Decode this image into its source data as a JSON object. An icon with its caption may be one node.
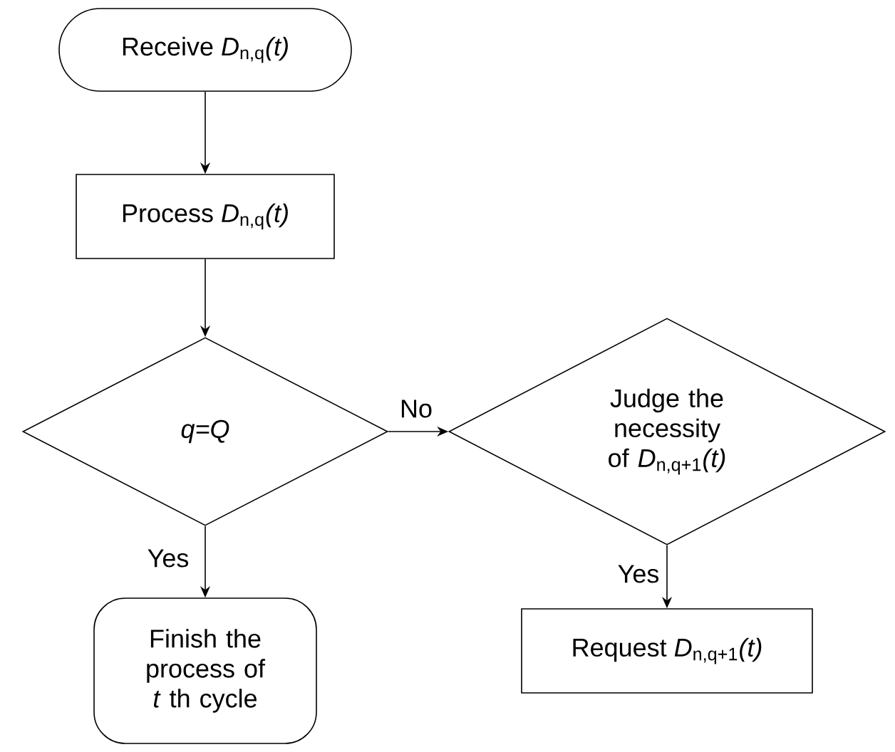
{
  "diagram": {
    "nodes": [
      {
        "text": [
          "Receive *D*$_{n,q}$*(t)*"
        ]
      },
      {
        "text": [
          "Process *D*$_{n,q}$*(t)*"
        ]
      },
      {
        "text": [
          "q=Q"
        ]
      },
      {
        "text": [
          "Judge the necessity of *D*$_{n,q+1}$*(t)*"
        ]
      },
      {
        "text": [
          "Finish the process of *t* th cycle"
        ]
      },
      {
        "text": [
          "Request *D*$_{n,q+1}$*(t)*"
        ]
      }
    ],
    "edges": [
      {
        "from": 0,
        "to": 1,
        "arrow": "to"
      },
      {
        "from": 1,
        "to": 2,
        "arrow": "to"
      },
      {
        "from": 2,
        "to": 3,
        "arrow": "to",
        "label": "No"
      },
      {
        "from": 2,
        "to": 4,
        "arrow": "to",
        "label": "Yes"
      },
      {
        "from": 3,
        "to": 5,
        "arrow": "to",
        "label": "Yes"
      }
    ]
  }
}
